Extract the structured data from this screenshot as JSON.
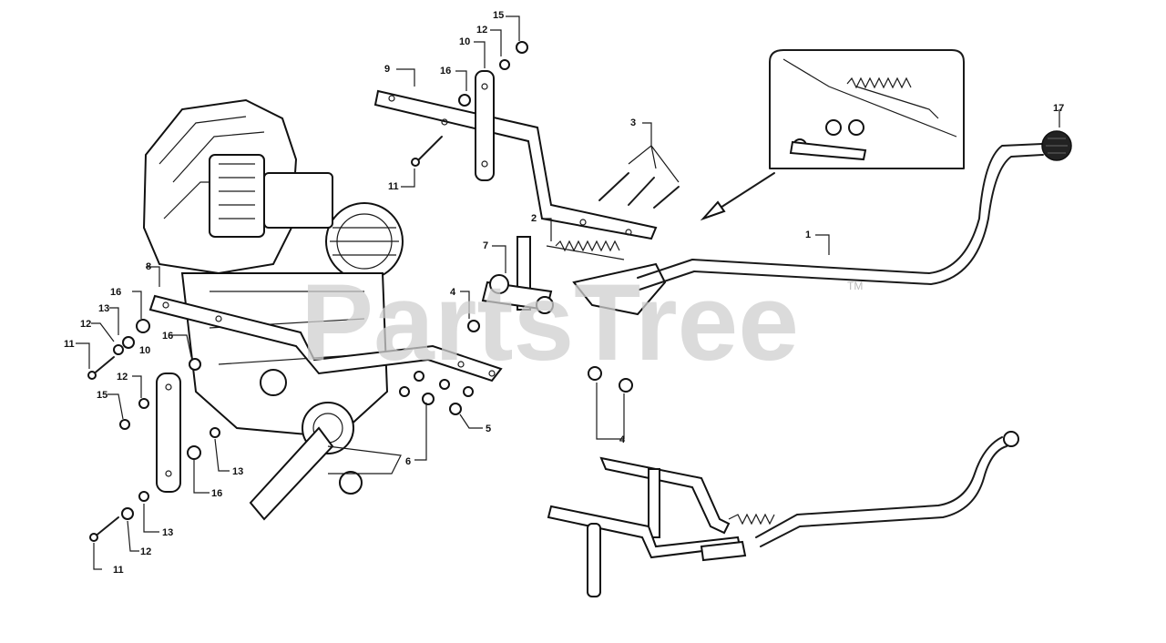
{
  "watermark": {
    "text": "PartsTree",
    "trademark": "TM"
  },
  "callouts": [
    {
      "id": "c1",
      "label": "1"
    },
    {
      "id": "c2",
      "label": "2"
    },
    {
      "id": "c3",
      "label": "3"
    },
    {
      "id": "c4a",
      "label": "4"
    },
    {
      "id": "c4b",
      "label": "4"
    },
    {
      "id": "c5",
      "label": "5"
    },
    {
      "id": "c6",
      "label": "6"
    },
    {
      "id": "c7",
      "label": "7"
    },
    {
      "id": "c8",
      "label": "8"
    },
    {
      "id": "c9",
      "label": "9"
    },
    {
      "id": "c10a",
      "label": "10"
    },
    {
      "id": "c10b",
      "label": "10"
    },
    {
      "id": "c11a",
      "label": "11"
    },
    {
      "id": "c11b",
      "label": "11"
    },
    {
      "id": "c11c",
      "label": "11"
    },
    {
      "id": "c12a",
      "label": "12"
    },
    {
      "id": "c12b",
      "label": "12"
    },
    {
      "id": "c12c",
      "label": "12"
    },
    {
      "id": "c12d",
      "label": "12"
    },
    {
      "id": "c13a",
      "label": "13"
    },
    {
      "id": "c13b",
      "label": "13"
    },
    {
      "id": "c13c",
      "label": "13"
    },
    {
      "id": "c15a",
      "label": "15"
    },
    {
      "id": "c15b",
      "label": "15"
    },
    {
      "id": "c16a",
      "label": "16"
    },
    {
      "id": "c16b",
      "label": "16"
    },
    {
      "id": "c16c",
      "label": "16"
    },
    {
      "id": "c16d",
      "label": "16"
    },
    {
      "id": "c17",
      "label": "17"
    }
  ]
}
